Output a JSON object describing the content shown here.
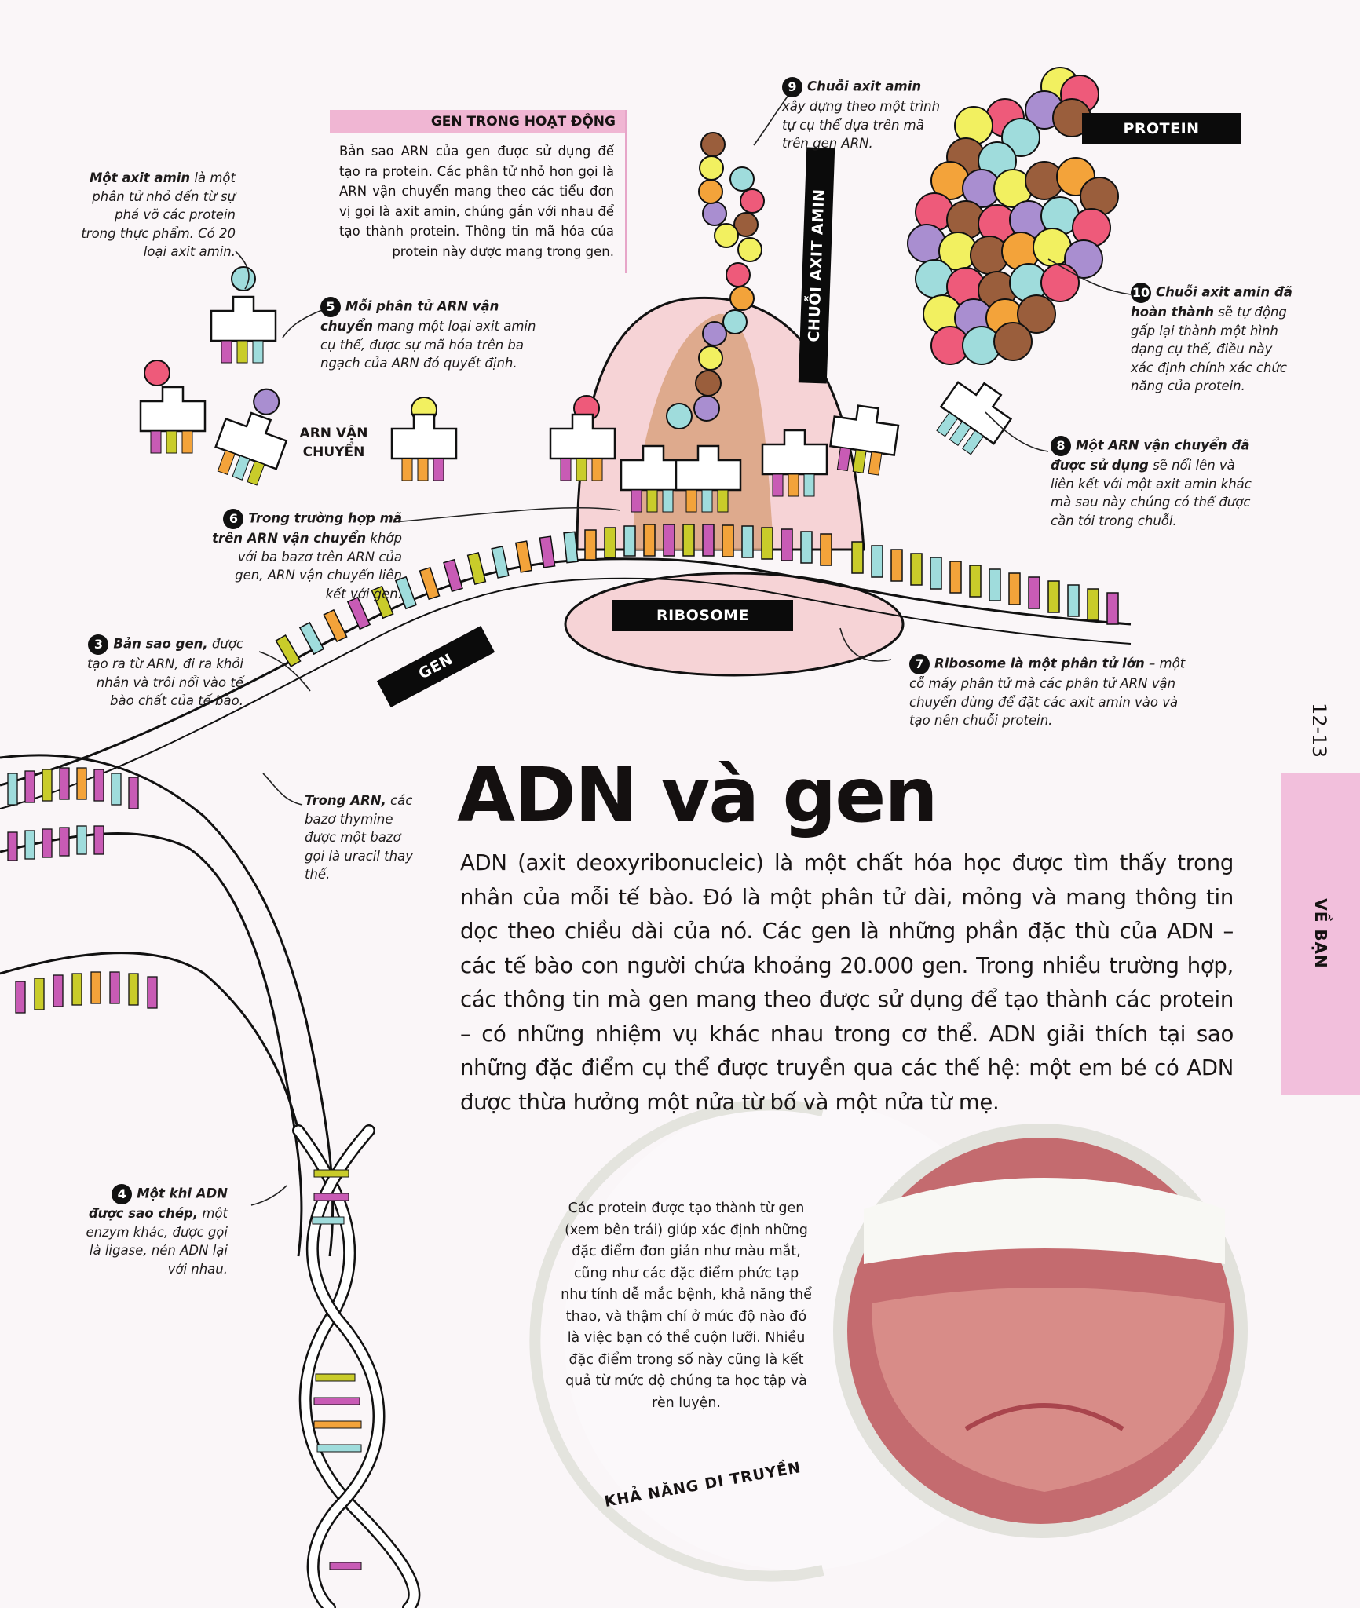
{
  "page": {
    "number": "12-13",
    "section_tab": "VỀ BẠN",
    "title": "ADN và gen",
    "intro": "ADN (axit deoxyribonucleic) là một chất hóa học được tìm thấy trong nhân của mỗi tế bào. Đó là một phân tử dài, mỏng và mang thông tin dọc theo chiều dài của nó. Các gen là những phần đặc thù của ADN – các tế bào con người chứa khoảng 20.000 gen. Trong nhiều trường hợp, các thông tin mà gen mang theo được sử dụng để tạo thành các protein – có những nhiệm vụ khác nhau trong cơ thể. ADN giải thích tại sao những đặc điểm cụ thể được truyền qua các thế hệ: một em bé có ADN được thừa hưởng một nửa từ bố và một nửa từ mẹ."
  },
  "info_box": {
    "heading": "GEN TRONG HOẠT ĐỘNG",
    "body": "Bản sao ARN của gen được sử dụng để tạo ra protein. Các phân tử nhỏ hơn gọi là ARN vận chuyển mang theo các tiểu đơn vị gọi là axit amin, chúng gắn với nhau để tạo thành protein. Thông tin mã hóa của protein này được mang trong gen."
  },
  "diagram_labels": {
    "protein": "PROTEIN",
    "amino_chain": "CHUỖI AXIT AMIN",
    "ribosome": "RIBOSOME",
    "gene": "GEN",
    "trna_line1": "ARN VẬN",
    "trna_line2": "CHUYỂN"
  },
  "captions": {
    "amino": {
      "bold": "Một axit amin",
      "text": " là một phân tử nhỏ đến từ sự phá vỡ các protein trong thực phẩm. Có 20 loại axit amin."
    },
    "c3": {
      "num": "3",
      "bold": "Bản sao gen,",
      "text": " được tạo ra từ ARN, đi ra khỏi nhân và trôi nổi vào tế bào chất của tế bào."
    },
    "c4": {
      "num": "4",
      "bold": "Một khi ADN được sao chép,",
      "text": " một enzym khác, được gọi là ligase, nén ADN lại với nhau."
    },
    "c5": {
      "num": "5",
      "bold": "Mỗi phân tử ARN vận chuyển",
      "text": " mang một loại axit amin cụ thể, được sự mã hóa trên ba ngạch của ARN đó quyết định."
    },
    "c6": {
      "num": "6",
      "bold": "Trong trường hợp mã trên ARN vận chuyển",
      "text": " khớp với ba bazơ trên ARN của gen, ARN vận chuyển liên kết với gen."
    },
    "c7": {
      "num": "7",
      "bold": "Ribosome là một phân tử lớn",
      "text": " – một cỗ máy phân tử mà các phân tử ARN vận chuyển dùng để đặt các axit amin vào và tạo nên chuỗi protein."
    },
    "c8": {
      "num": "8",
      "bold": "Một ARN vận chuyển đã được sử dụng",
      "text": " sẽ nổi lên và liên kết với một axit amin khác mà sau này chúng có thể được cần tới trong chuỗi."
    },
    "c9": {
      "num": "9",
      "bold": "Chuỗi axit amin",
      "text": " xây dựng theo một trình tự cụ thể dựa trên mã trên gen ARN."
    },
    "c10": {
      "num": "10",
      "bold": "Chuỗi axit amin đã hoàn thành",
      "text": " sẽ tự động gấp lại thành một hình dạng cụ thể, điều này xác định chính xác chức năng của protein."
    },
    "uracil": {
      "bold": "Trong ARN,",
      "text": " các bazơ thymine được một bazơ gọi là uracil thay thế."
    }
  },
  "inset": {
    "text": "Các protein được tạo thành từ gen (xem bên trái) giúp xác định những đặc điểm đơn giản như màu mắt, cũng như các đặc điểm phức tạp như tính dễ mắc bệnh, khả năng thể thao, và thậm chí ở mức độ nào đó là việc bạn có thể cuộn lưỡi. Nhiều đặc điểm trong số này cũng là kết quả từ mức độ chúng ta học tập và rèn luyện.",
    "arc_label": "KHẢ NĂNG DI TRUYỀN"
  },
  "colors": {
    "pink_accent": "#f0b6d3",
    "ribosome_fill": "#f6d3d6",
    "ribosome_channel": "#d8a07a",
    "base_magenta": "#c85bb5",
    "base_olive": "#c9cc2a",
    "base_cyan": "#9fdcdc",
    "base_orange": "#f3a33a",
    "amino_red": "#ee5a7a",
    "amino_purple": "#a98ed0",
    "amino_yellow": "#f2f060",
    "amino_brown": "#9a5e3c"
  }
}
